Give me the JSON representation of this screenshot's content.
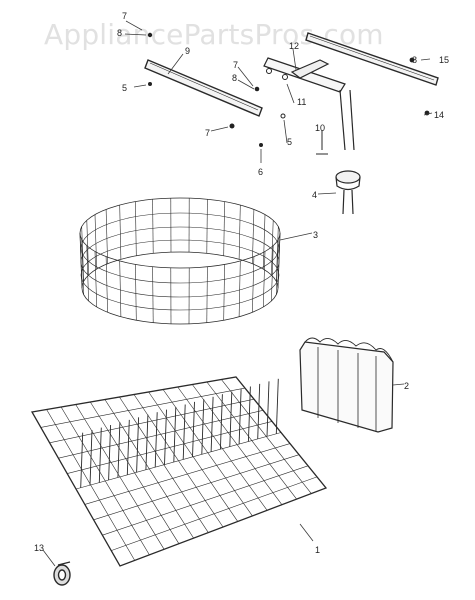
{
  "watermark": "AppliancePartsPros.com",
  "callouts": {
    "c1": "1",
    "c2": "2",
    "c3": "3",
    "c4": "4",
    "c5a": "5",
    "c5b": "5",
    "c6": "6",
    "c7a": "7",
    "c7b": "7",
    "c7c": "7",
    "c8a": "8",
    "c8b": "8",
    "c8c": "8",
    "c9": "9",
    "c10": "10",
    "c11": "11",
    "c12": "12",
    "c13": "13",
    "c14": "14",
    "c15": "15"
  }
}
